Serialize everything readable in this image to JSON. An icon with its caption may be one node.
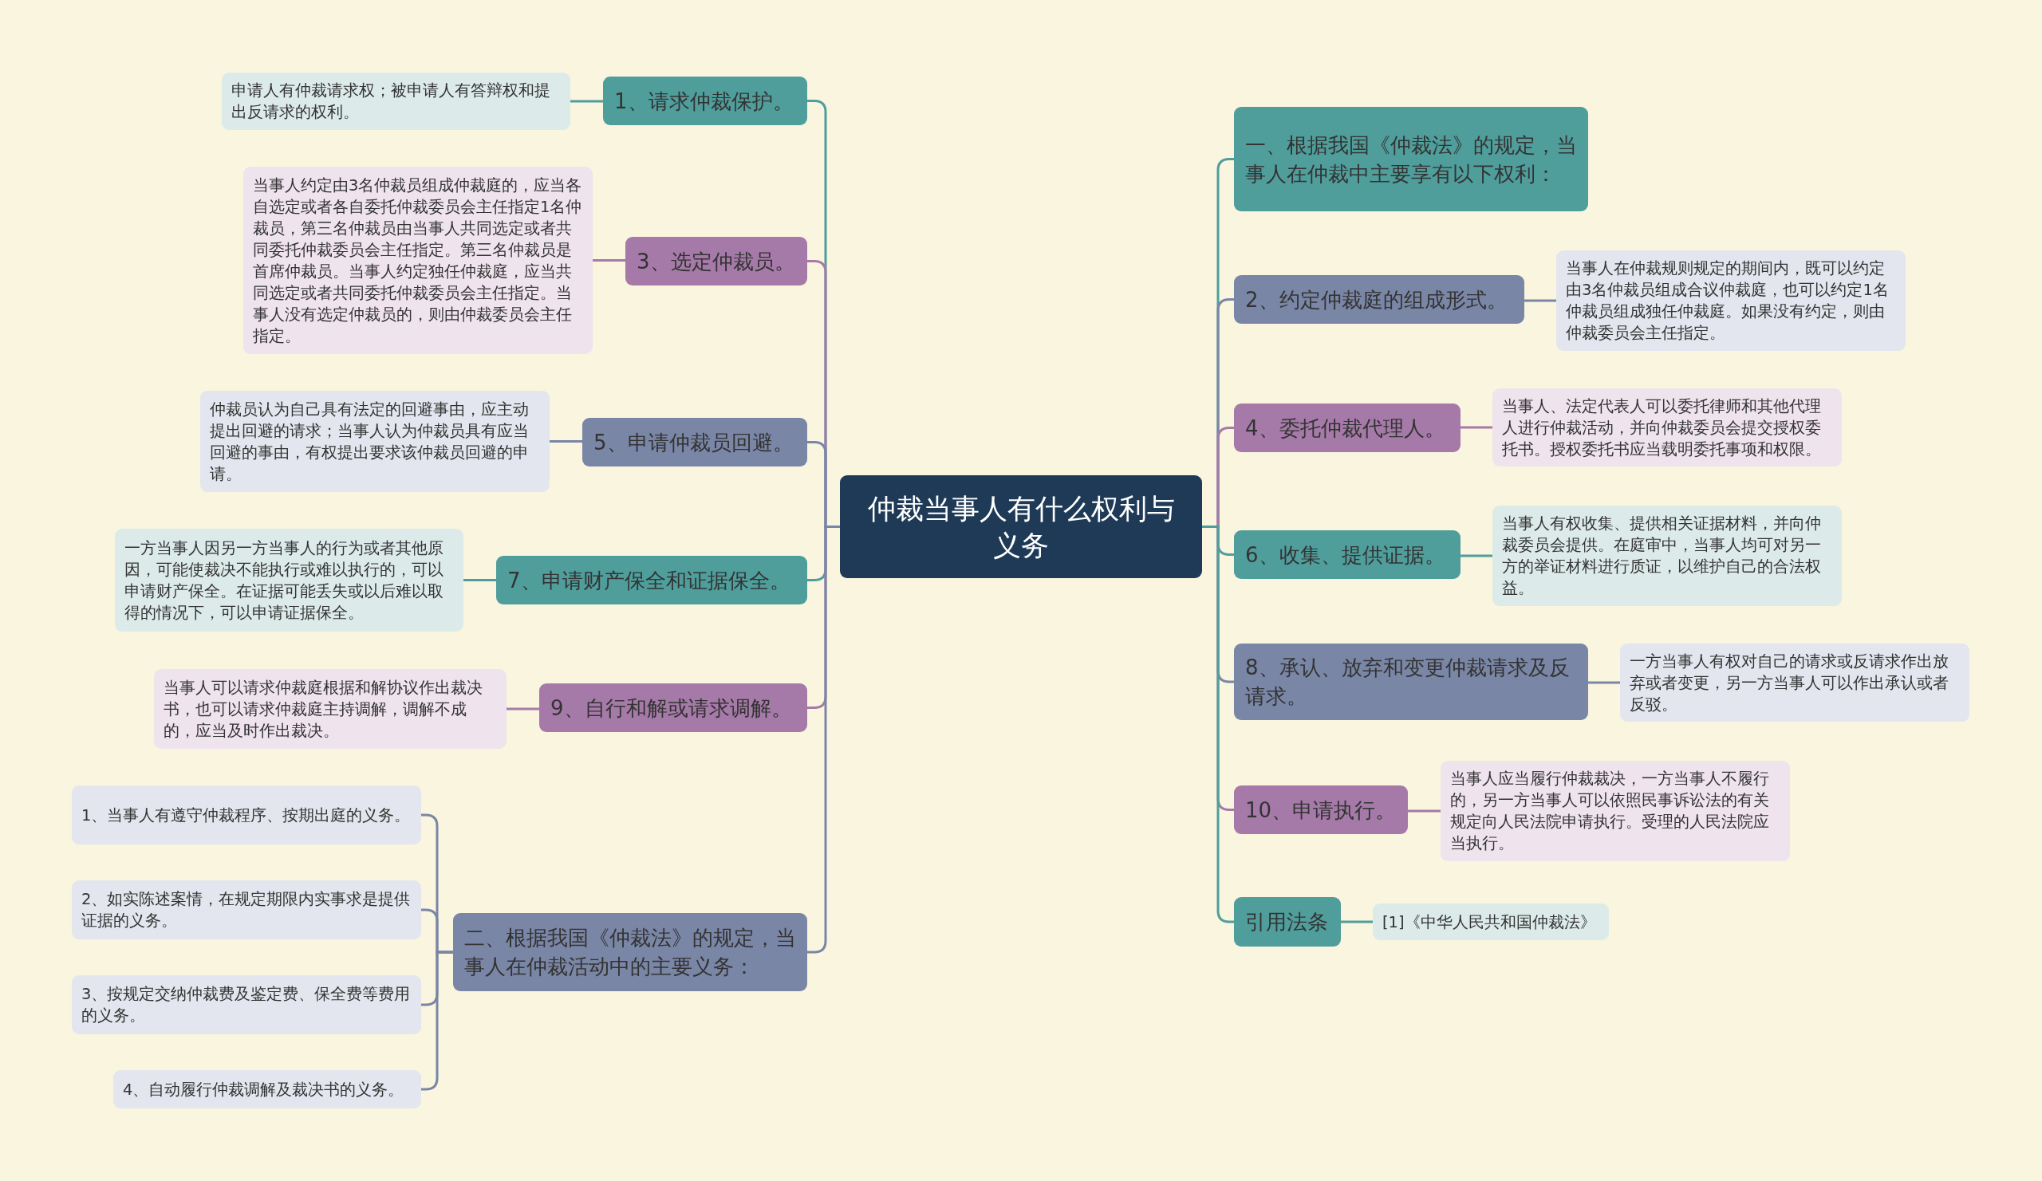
{
  "diagram": {
    "nodes": [
      {
        "text": [
          "仲裁当事人有什么权利与义务"
        ]
      },
      {
        "text": [
          "1、请求仲裁保护。"
        ]
      },
      {
        "text": [
          "申请人有仲裁请求权；被申请人有答辩权和提出反请求的权利。"
        ]
      },
      {
        "text": [
          "3、选定仲裁员。"
        ]
      },
      {
        "text": [
          "当事人约定由3名仲裁员组成仲裁庭的，应当各自选定或者各自委托仲裁委员会主任指定1名仲裁员，第三名仲裁员由当事人共同选定或者共同委托仲裁委员会主任指定。第三名仲裁员是首席仲裁员。当事人约定独任仲裁庭，应当共同选定或者共同委托仲裁委员会主任指定。当事人没有选定仲裁员的，则由仲裁委员会主任指定。"
        ]
      },
      {
        "text": [
          "5、申请仲裁员回避。"
        ]
      },
      {
        "text": [
          "仲裁员认为自己具有法定的回避事由，应主动提出回避的请求；当事人认为仲裁员具有应当回避的事由，有权提出要求该仲裁员回避的申请。"
        ]
      },
      {
        "text": [
          "7、申请财产保全和证据保全。"
        ]
      },
      {
        "text": [
          "一方当事人因另一方当事人的行为或者其他原因，可能使裁决不能执行或难以执行的，可以申请财产保全。在证据可能丢失或以后难以取得的情况下，可以申请证据保全。"
        ]
      },
      {
        "text": [
          "9、自行和解或请求调解。"
        ]
      },
      {
        "text": [
          "当事人可以请求仲裁庭根据和解协议作出裁决书，也可以请求仲裁庭主持调解，调解不成的，应当及时作出裁决。"
        ]
      },
      {
        "text": [
          "二、根据我国《仲裁法》的规定，当事人在仲裁活动中的主要义务："
        ]
      },
      {
        "text": [
          "1、当事人有遵守仲裁程序、按期出庭的义务。"
        ]
      },
      {
        "text": [
          "2、如实陈述案情，在规定期限内实事求是提供证据的义务。"
        ]
      },
      {
        "text": [
          "3、按规定交纳仲裁费及鉴定费、保全费等费用的义务。"
        ]
      },
      {
        "text": [
          "4、自动履行仲裁调解及裁决书的义务。"
        ]
      },
      {
        "text": [
          "一、根据我国《仲裁法》的规定，当事人在仲裁中主要享有以下权利："
        ]
      },
      {
        "text": [
          "2、约定仲裁庭的组成形式。"
        ]
      },
      {
        "text": [
          "当事人在仲裁规则规定的期间内，既可以约定由3名仲裁员组成合议仲裁庭，也可以约定1名仲裁员组成独任仲裁庭。如果没有约定，则由仲裁委员会主任指定。"
        ]
      },
      {
        "text": [
          "4、委托仲裁代理人。"
        ]
      },
      {
        "text": [
          "当事人、法定代表人可以委托律师和其他代理人进行仲裁活动，并向仲裁委员会提交授权委托书。授权委托书应当载明委托事项和权限。"
        ]
      },
      {
        "text": [
          "6、收集、提供证据。"
        ]
      },
      {
        "text": [
          "当事人有权收集、提供相关证据材料，并向仲裁委员会提供。在庭审中，当事人均可对另一方的举证材料进行质证，以维护自己的合法权益。"
        ]
      },
      {
        "text": [
          "8、承认、放弃和变更仲裁请求及反请求。"
        ]
      },
      {
        "text": [
          "一方当事人有权对自己的请求或反请求作出放弃或者变更，另一方当事人可以作出承认或者反驳。"
        ]
      },
      {
        "text": [
          "10、申请执行。"
        ]
      },
      {
        "text": [
          "当事人应当履行仲裁裁决，一方当事人不履行的，另一方当事人可以依照民事诉讼法的有关规定向人民法院申请执行。受理的人民法院应当执行。"
        ]
      },
      {
        "text": [
          "引用法条"
        ]
      },
      {
        "text": [
          "[1]《中华人民共和国仲裁法》"
        ]
      }
    ],
    "edges": [
      {
        "from": 0,
        "to": 1,
        "arrow": "none",
        "color": "#4f9e9c"
      },
      {
        "from": 1,
        "to": 2,
        "arrow": "none",
        "color": "#4f9e9c"
      },
      {
        "from": 0,
        "to": 3,
        "arrow": "none",
        "color": "#a67aa8"
      },
      {
        "from": 3,
        "to": 4,
        "arrow": "none",
        "color": "#a67aa8"
      },
      {
        "from": 0,
        "to": 5,
        "arrow": "none",
        "color": "#7a86a6"
      },
      {
        "from": 5,
        "to": 6,
        "arrow": "none",
        "color": "#7a86a6"
      },
      {
        "from": 0,
        "to": 7,
        "arrow": "none",
        "color": "#4f9e9c"
      },
      {
        "from": 7,
        "to": 8,
        "arrow": "none",
        "color": "#4f9e9c"
      },
      {
        "from": 0,
        "to": 9,
        "arrow": "none",
        "color": "#a67aa8"
      },
      {
        "from": 9,
        "to": 10,
        "arrow": "none",
        "color": "#a67aa8"
      },
      {
        "from": 0,
        "to": 11,
        "arrow": "none",
        "color": "#7a86a6"
      },
      {
        "from": 11,
        "to": 12,
        "arrow": "none",
        "color": "#7a86a6"
      },
      {
        "from": 11,
        "to": 13,
        "arrow": "none",
        "color": "#7a86a6"
      },
      {
        "from": 11,
        "to": 14,
        "arrow": "none",
        "color": "#7a86a6"
      },
      {
        "from": 11,
        "to": 15,
        "arrow": "none",
        "color": "#7a86a6"
      },
      {
        "from": 0,
        "to": 16,
        "arrow": "none",
        "color": "#4f9e9c"
      },
      {
        "from": 0,
        "to": 17,
        "arrow": "none",
        "color": "#7a86a6"
      },
      {
        "from": 17,
        "to": 18,
        "arrow": "none",
        "color": "#7a86a6"
      },
      {
        "from": 0,
        "to": 19,
        "arrow": "none",
        "color": "#a67aa8"
      },
      {
        "from": 19,
        "to": 20,
        "arrow": "none",
        "color": "#a67aa8"
      },
      {
        "from": 0,
        "to": 21,
        "arrow": "none",
        "color": "#4f9e9c"
      },
      {
        "from": 21,
        "to": 22,
        "arrow": "none",
        "color": "#4f9e9c"
      },
      {
        "from": 0,
        "to": 23,
        "arrow": "none",
        "color": "#7a86a6"
      },
      {
        "from": 23,
        "to": 24,
        "arrow": "none",
        "color": "#7a86a6"
      },
      {
        "from": 0,
        "to": 25,
        "arrow": "none",
        "color": "#a67aa8"
      },
      {
        "from": 25,
        "to": 26,
        "arrow": "none",
        "color": "#a67aa8"
      },
      {
        "from": 0,
        "to": 27,
        "arrow": "none",
        "color": "#4f9e9c"
      },
      {
        "from": 27,
        "to": 28,
        "arrow": "none",
        "color": "#4f9e9c"
      }
    ]
  }
}
